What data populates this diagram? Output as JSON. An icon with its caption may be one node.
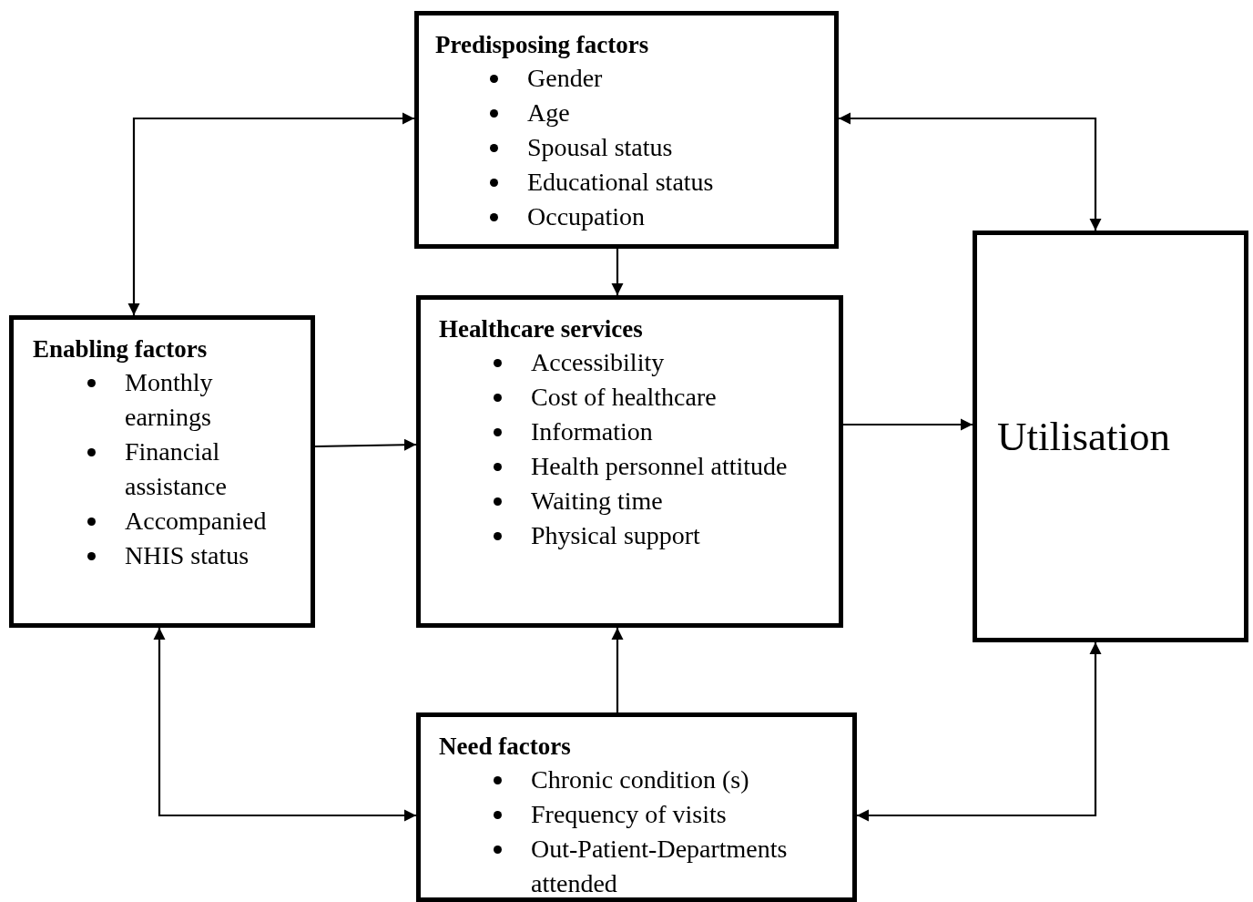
{
  "diagram": {
    "nodes": [
      {
        "text": [
          "Predisposing factors",
          "Gender",
          "Age",
          "Spousal status",
          "Educational status",
          "Occupation"
        ]
      },
      {
        "text": [
          "Enabling factors",
          "Monthly earnings",
          "Financial assistance",
          "Accompanied",
          "NHIS status"
        ]
      },
      {
        "text": [
          "Healthcare services",
          "Accessibility",
          "Cost of healthcare",
          "Information",
          "Health personnel attitude",
          "Waiting time",
          "Physical support"
        ]
      },
      {
        "text": [
          "Utilisation"
        ]
      },
      {
        "text": [
          "Need factors",
          "Chronic condition (s)",
          "Frequency of visits",
          "Out-Patient-Departments attended"
        ]
      }
    ],
    "edges": [
      {
        "from": 1,
        "to": 0,
        "arrow": "both"
      },
      {
        "from": 0,
        "to": 3,
        "arrow": "both"
      },
      {
        "from": 0,
        "to": 2,
        "arrow": "to"
      },
      {
        "from": 1,
        "to": 2,
        "arrow": "to"
      },
      {
        "from": 2,
        "to": 3,
        "arrow": "to"
      },
      {
        "from": 4,
        "to": 2,
        "arrow": "to"
      },
      {
        "from": 1,
        "to": 4,
        "arrow": "both"
      },
      {
        "from": 4,
        "to": 3,
        "arrow": "both"
      }
    ]
  }
}
